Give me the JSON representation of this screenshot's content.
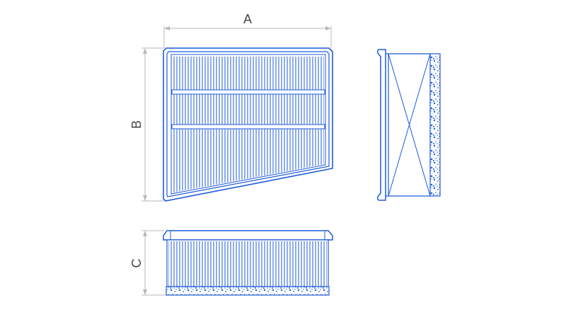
{
  "diagram": {
    "labels": {
      "a": "A",
      "b": "B",
      "c": "C"
    },
    "colors": {
      "line": "#1e5bd8",
      "dimension": "#b8b8b8",
      "text": "#444444",
      "background": "#ffffff"
    },
    "views": [
      "front-view",
      "side-view",
      "top-view"
    ]
  }
}
